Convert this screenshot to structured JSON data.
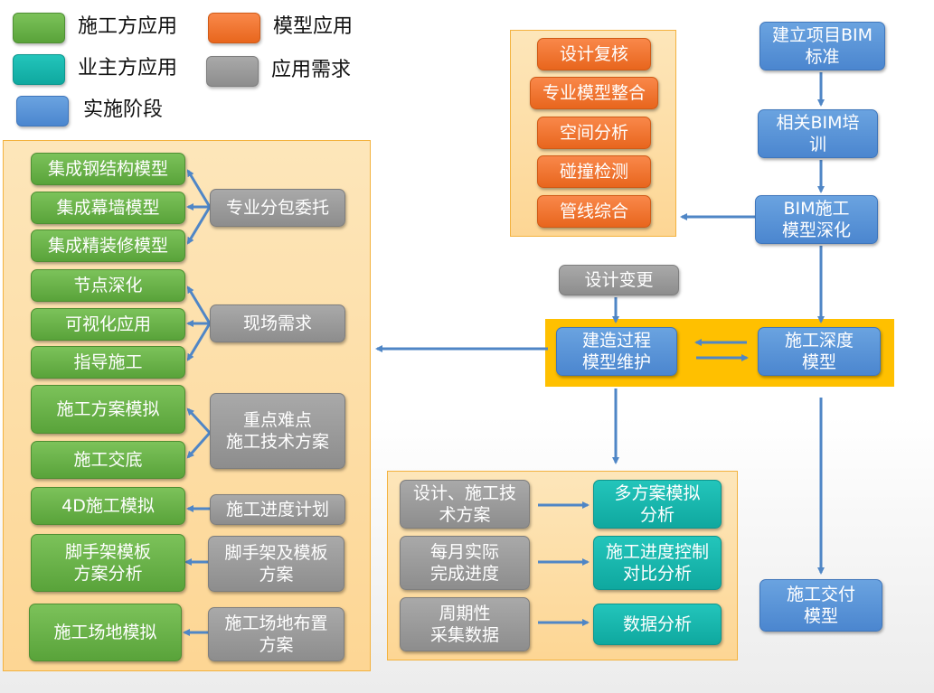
{
  "legend": {
    "construction": "施工方应用",
    "model": "模型应用",
    "owner": "业主方应用",
    "demand": "应用需求",
    "stage": "实施阶段"
  },
  "colors": {
    "construction_green": "#6bb34a",
    "model_orange": "#f07a35",
    "owner_teal": "#17b6ad",
    "demand_gray": "#9b9b9b",
    "stage_blue": "#5a94d8",
    "panel_orange": "#fdd99b",
    "highlight_band": "#ffc000",
    "arrow_blue": "#4f86c6"
  },
  "model_apps": [
    "设计复核",
    "专业模型整合",
    "空间分析",
    "碰撞检测",
    "管线综合"
  ],
  "stages": {
    "standard": "建立项目BIM\n标准",
    "training": "相关BIM培\n训",
    "deepening": "BIM施工\n模型深化",
    "maintenance": "建造过程\n模型维护",
    "depth_model": "施工深度\n模型",
    "delivery": "施工交付\n模型"
  },
  "design_change": "设计变更",
  "construction_apps": [
    "集成钢结构模型",
    "集成幕墙模型",
    "集成精装修模型",
    "节点深化",
    "可视化应用",
    "指导施工",
    "施工方案模拟",
    "施工交底",
    "4D施工模拟",
    "脚手架模板\n方案分析",
    "施工场地模拟"
  ],
  "demands": [
    "专业分包委托",
    "现场需求",
    "重点难点\n施工技术方案",
    "施工进度计划",
    "脚手架及模板\n方案",
    "施工场地布置\n方案"
  ],
  "owner_demands": [
    "设计、施工技\n术方案",
    "每月实际\n完成进度",
    "周期性\n采集数据"
  ],
  "owner_apps": [
    "多方案模拟\n分析",
    "施工进度控制\n对比分析",
    "数据分析"
  ]
}
